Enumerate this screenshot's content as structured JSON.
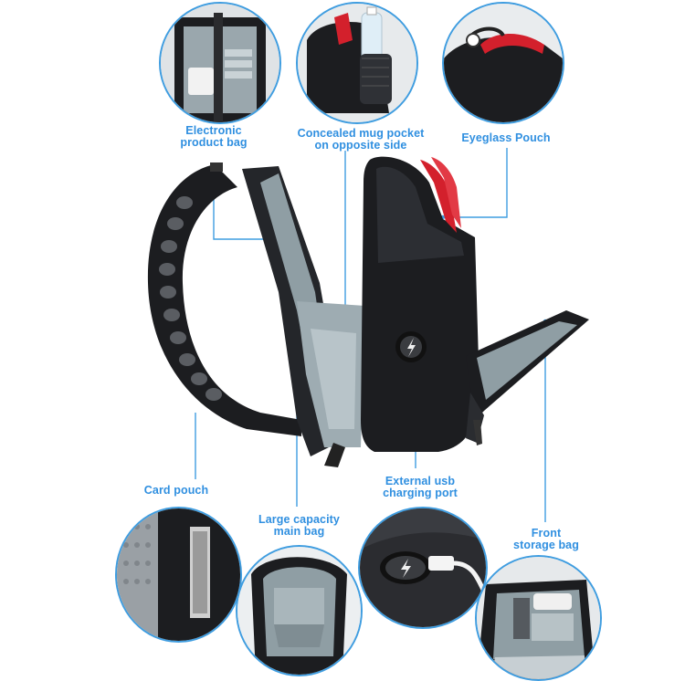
{
  "labels": {
    "electronic_bag": "Electronic\nproduct bag",
    "mug_pocket": "Concealed mug pocket\non opposite side",
    "eyeglass_pouch": "Eyeglass Pouch",
    "card_pouch": "Card pouch",
    "main_bag": "Large capacity\nmain bag",
    "usb_port": "External usb\ncharging port",
    "front_bag": "Front\nstorage bag"
  },
  "colors": {
    "accent": "#3f9de0",
    "label_text": "#2f8fe0",
    "bag_black": "#1c1d20",
    "lining_gray": "#8f9ea4",
    "zip_red": "#d3202c"
  },
  "icons": {
    "usb_port": "lightning-bolt-icon"
  }
}
